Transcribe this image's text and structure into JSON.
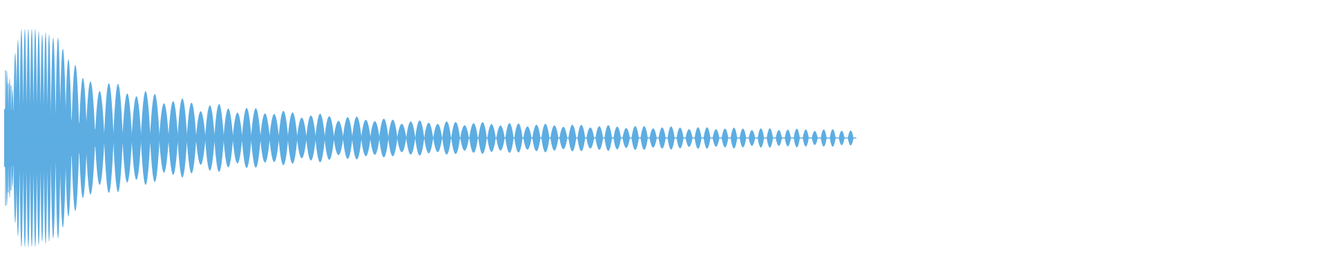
{
  "waveform": {
    "color": "#5dade2",
    "background": "#ffffff",
    "description_free": true,
    "shape": "decaying-oscillation",
    "peak_amplitude": 1.0,
    "visible_extent_fraction": 0.65
  }
}
